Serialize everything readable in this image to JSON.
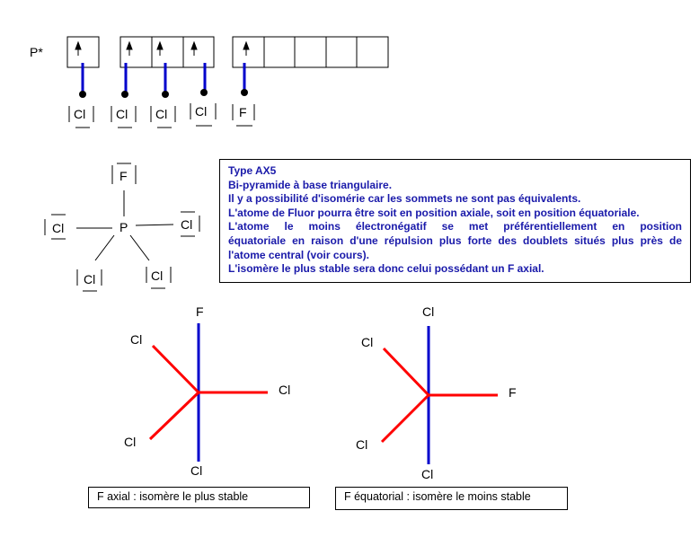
{
  "electron_config": {
    "atom_label": "P*",
    "ligands": [
      "Cl",
      "Cl",
      "Cl",
      "Cl",
      "F"
    ]
  },
  "lewis": {
    "center": "P",
    "top": "F",
    "left": "Cl",
    "right": "Cl",
    "bottom_left": "Cl",
    "bottom_right": "Cl"
  },
  "description": {
    "title": "Type AX5",
    "lines": [
      "Bi-pyramide à base triangulaire.",
      "Il y a possibilité d'isomérie car les sommets ne sont pas équivalents.",
      "L'atome de Fluor pourra être soit en position axiale, soit en position équatoriale.",
      "L'atome le moins électronégatif se met préférentiellement en position",
      "équatoriale en raison d'une répulsion plus forte des doublets situés plus près de",
      "l'atome central (voir cours).",
      "L'isomère le plus stable sera donc celui possédant un F axial."
    ]
  },
  "isomer_axial": {
    "top": "F",
    "upper_left": "Cl",
    "right": "Cl",
    "lower_left": "Cl",
    "bottom": "Cl",
    "caption": "F axial : isomère le plus stable"
  },
  "isomer_equatorial": {
    "top": "Cl",
    "upper_left": "Cl",
    "right": "F",
    "lower_left": "Cl",
    "bottom": "Cl",
    "caption": "F équatorial : isomère le moins stable"
  },
  "colors": {
    "axial_bond": "#0000cc",
    "equatorial_bond": "#ff0000",
    "box_text": "#1a1aaa",
    "orbital_line": "#0000cc"
  }
}
